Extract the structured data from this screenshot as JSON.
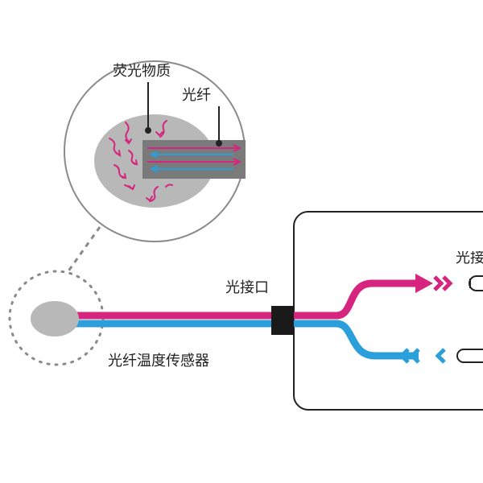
{
  "labels": {
    "fluorescent_material": "荧光物质",
    "optical_fiber": "光纤",
    "optical_interface": "光接口",
    "fiber_temp_sensor": "光纤温度传感器",
    "right_label_partial": "光接"
  },
  "colors": {
    "excitation": "#d6257e",
    "emission": "#2b9fd9",
    "phosphor_blob": "#b8b8b8",
    "fiber_body": "#7a7a7a",
    "connector": "#1a1a1a",
    "outline": "#8a8a8a"
  }
}
